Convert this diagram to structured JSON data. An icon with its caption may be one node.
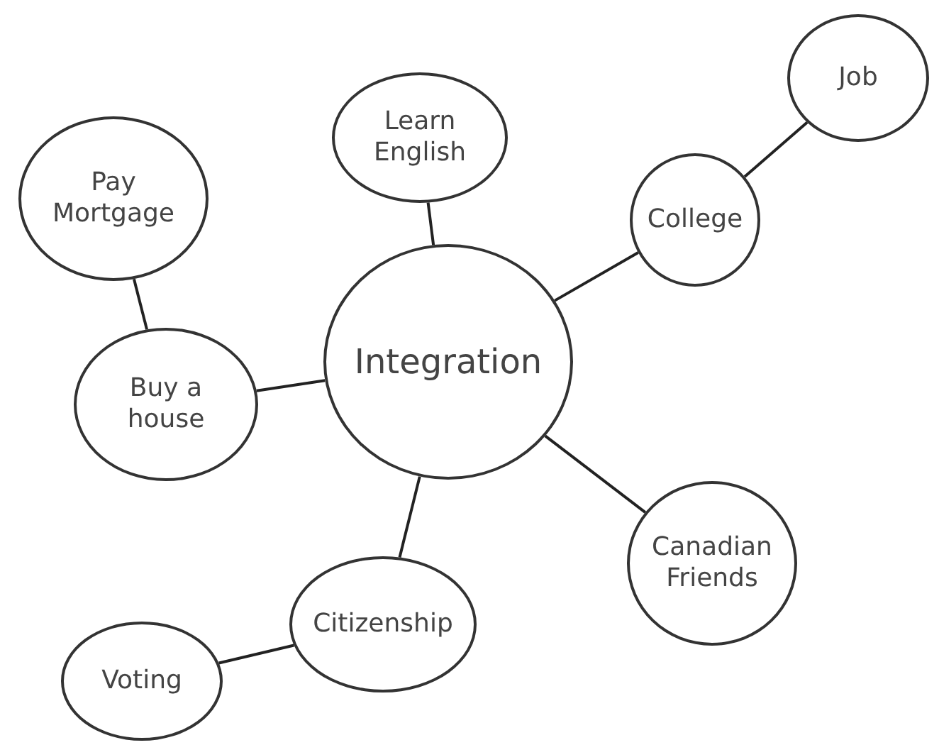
{
  "diagram": {
    "nodes": [
      {
        "text": [
          "Integration"
        ]
      },
      {
        "text": [
          "Learn English"
        ]
      },
      {
        "text": [
          "Pay Mortgage"
        ]
      },
      {
        "text": [
          "Job"
        ]
      },
      {
        "text": [
          "College"
        ]
      },
      {
        "text": [
          "Buy a house"
        ]
      },
      {
        "text": [
          "Canadian Friends"
        ]
      },
      {
        "text": [
          "Citizenship"
        ]
      },
      {
        "text": [
          "Voting"
        ]
      }
    ],
    "edges": [
      {
        "from": 0,
        "to": 1,
        "arrow": "none"
      },
      {
        "from": 0,
        "to": 4,
        "arrow": "none"
      },
      {
        "from": 4,
        "to": 3,
        "arrow": "none"
      },
      {
        "from": 0,
        "to": 5,
        "arrow": "none"
      },
      {
        "from": 5,
        "to": 2,
        "arrow": "none"
      },
      {
        "from": 0,
        "to": 6,
        "arrow": "none"
      },
      {
        "from": 0,
        "to": 7,
        "arrow": "none"
      },
      {
        "from": 7,
        "to": 8,
        "arrow": "none"
      }
    ]
  }
}
